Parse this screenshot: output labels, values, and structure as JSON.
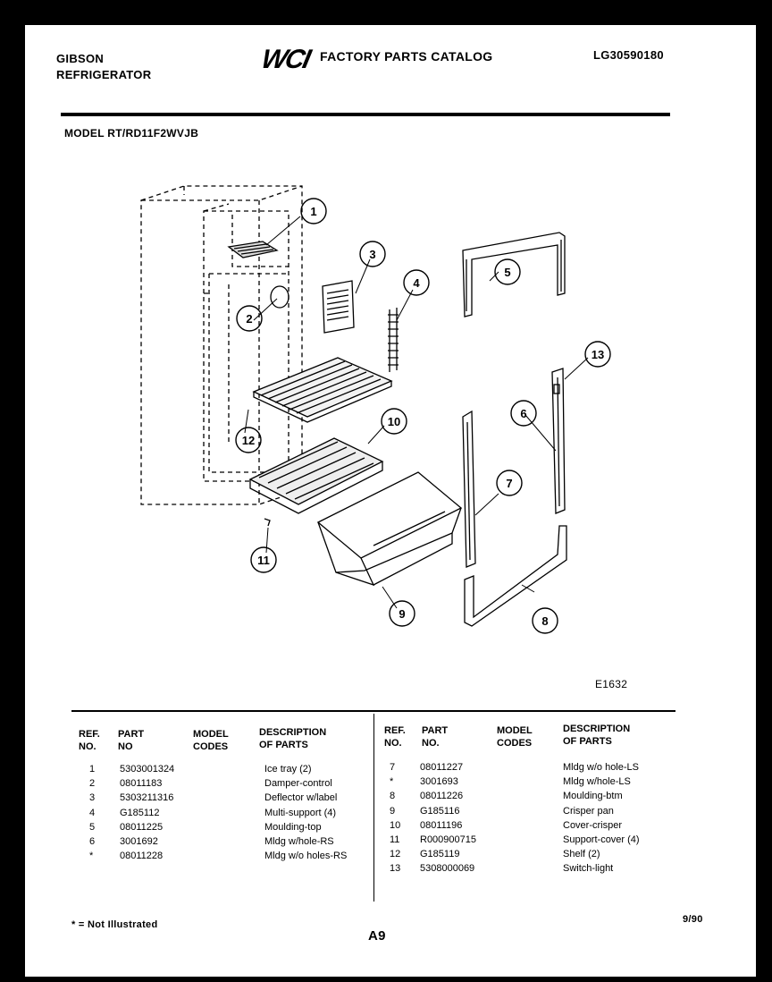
{
  "header": {
    "brand_line1": "GIBSON",
    "brand_line2": "REFRIGERATOR",
    "logo_text": "WCI",
    "catalog_title": "FACTORY PARTS CATALOG",
    "doc_id": "LG30590180",
    "model": "MODEL RT/RD11F2WVJB"
  },
  "diagram": {
    "figure_code": "E1632",
    "callouts": [
      "1",
      "2",
      "3",
      "4",
      "5",
      "6",
      "7",
      "8",
      "9",
      "10",
      "11",
      "12",
      "13"
    ]
  },
  "table": {
    "left_headers": {
      "ref": [
        "REF.",
        "NO."
      ],
      "part": [
        "PART",
        "NO"
      ],
      "model": [
        "MODEL",
        "CODES"
      ],
      "desc": [
        "DESCRIPTION",
        "OF PARTS"
      ]
    },
    "right_headers": {
      "ref": [
        "REF.",
        "NO."
      ],
      "part": [
        "PART",
        "NO."
      ],
      "model": [
        "MODEL",
        "CODES"
      ],
      "desc": [
        "DESCRIPTION",
        "OF PARTS"
      ]
    },
    "left_rows": [
      {
        "ref": "1",
        "part": "5303001324",
        "desc": "Ice tray (2)"
      },
      {
        "ref": "2",
        "part": "08011183",
        "desc": "Damper-control"
      },
      {
        "ref": "3",
        "part": "5303211316",
        "desc": "Deflector w/label"
      },
      {
        "ref": "4",
        "part": "G185112",
        "desc": "Multi-support (4)"
      },
      {
        "ref": "5",
        "part": "08011225",
        "desc": "Moulding-top"
      },
      {
        "ref": "6",
        "part": "3001692",
        "desc": "Mldg w/hole-RS"
      },
      {
        "ref": "*",
        "part": "08011228",
        "desc": "Mldg w/o holes-RS"
      }
    ],
    "right_rows": [
      {
        "ref": "7",
        "part": "08011227",
        "desc": "Mldg w/o hole-LS"
      },
      {
        "ref": "*",
        "part": "3001693",
        "desc": "Mldg w/hole-LS"
      },
      {
        "ref": "8",
        "part": "08011226",
        "desc": "Moulding-btm"
      },
      {
        "ref": "9",
        "part": "G185116",
        "desc": "Crisper pan"
      },
      {
        "ref": "10",
        "part": "08011196",
        "desc": "Cover-crisper"
      },
      {
        "ref": "11",
        "part": "R000900715",
        "desc": "Support-cover (4)"
      },
      {
        "ref": "12",
        "part": "G185119",
        "desc": "Shelf (2)"
      },
      {
        "ref": "13",
        "part": "5308000069",
        "desc": "Switch-light"
      }
    ]
  },
  "footer": {
    "footnote": "* = Not Illustrated",
    "page_no": "A9",
    "date": "9/90"
  }
}
